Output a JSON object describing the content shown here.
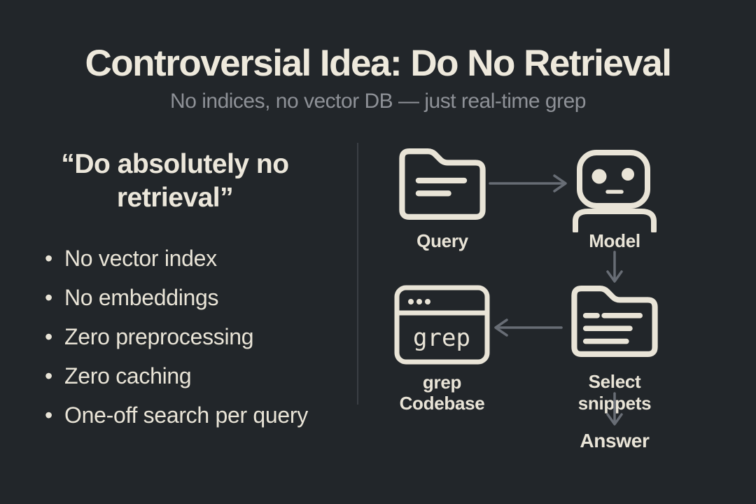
{
  "slide": {
    "title": "Controversial Idea: Do No Retrieval",
    "subtitle": "No indices, no vector DB — just real-time grep"
  },
  "left_panel": {
    "quote": "“Do absolutely no retrieval”",
    "bullets": [
      "No vector index",
      "No embeddings",
      "Zero preprocessing",
      "Zero caching",
      "One-off search per query"
    ]
  },
  "diagram": {
    "query": {
      "label": "Query",
      "icon": "folder-icon"
    },
    "model": {
      "label": "Model",
      "icon": "robot-icon"
    },
    "snippets": {
      "label": "Select snippets",
      "icon": "folder-text-icon"
    },
    "grep_tool": {
      "window_text": "grep",
      "label_line1": "grep",
      "label_line2": "Codebase",
      "icon": "terminal-window-icon"
    },
    "answer": {
      "label": "Answer"
    }
  },
  "colors": {
    "background": "#22262a",
    "text_cream": "#e9e4d7",
    "text_muted": "#8e9197",
    "arrow_gray": "#686d75",
    "divider_gray": "#3a3e44"
  }
}
